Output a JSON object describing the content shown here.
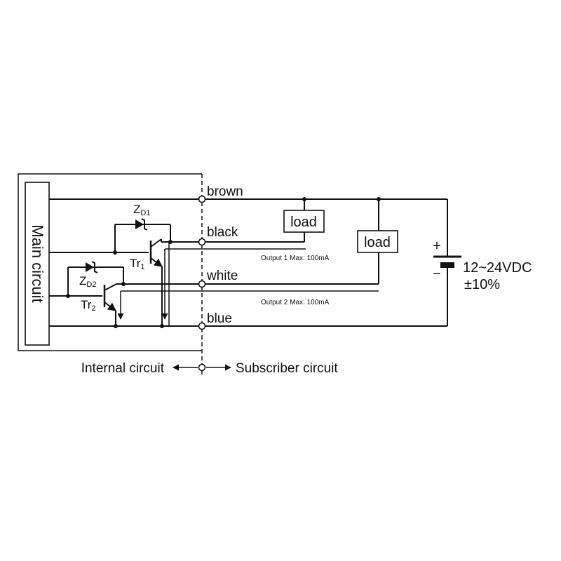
{
  "main_circuit": "Main circuit",
  "wires": {
    "brown": "brown",
    "black": "black",
    "white": "white",
    "blue": "blue"
  },
  "loads": [
    "load",
    "load"
  ],
  "outputs": {
    "output1": "Output 1 Max. 100mA",
    "output2": "Output 2 Max. 100mA"
  },
  "components": {
    "zd1": {
      "main": "Z",
      "sub": "D1"
    },
    "zd2": {
      "main": "Z",
      "sub": "D2"
    },
    "tr1": {
      "main": "Tr",
      "sub": "1"
    },
    "tr2": {
      "main": "Tr",
      "sub": "2"
    }
  },
  "supply": {
    "plus": "+",
    "minus": "−",
    "voltage": "12~24VDC",
    "tolerance": "±10%"
  },
  "footer": {
    "internal": "Internal circuit",
    "subscriber": "Subscriber circuit"
  }
}
